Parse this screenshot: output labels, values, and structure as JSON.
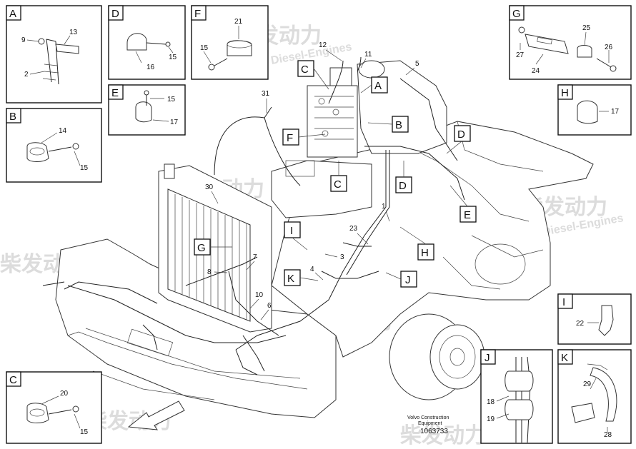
{
  "diagram": {
    "inset_letters": {
      "A": "A",
      "B": "B",
      "C": "C",
      "D": "D",
      "E": "E",
      "F": "F",
      "G": "G",
      "H": "H",
      "I": "I",
      "J": "J",
      "K": "K"
    },
    "callouts": {
      "A": "A",
      "B": "B",
      "C1": "C",
      "C2": "C",
      "D1": "D",
      "D2": "D",
      "E": "E",
      "F": "F",
      "G": "G",
      "H": "H",
      "I": "I",
      "J": "J",
      "K": "K"
    },
    "part_numbers": {
      "n1": "1",
      "n2": "2",
      "n3": "3",
      "n4": "4",
      "n5": "5",
      "n6": "6",
      "n7": "7",
      "n8": "8",
      "n9": "9",
      "n10": "10",
      "n11": "11",
      "n12": "12",
      "n13": "13",
      "n14": "14",
      "n15": "15",
      "n16": "16",
      "n17": "17",
      "n18": "18",
      "n19": "19",
      "n20": "20",
      "n21": "21",
      "n22": "22",
      "n23": "23",
      "n24": "24",
      "n25": "25",
      "n26": "26",
      "n27": "27",
      "n28": "28",
      "n29": "29",
      "n30": "30",
      "n31": "31"
    },
    "footer": {
      "brand_line1": "Volvo Construction",
      "brand_line2": "Equipment",
      "drawing_number": "1063733"
    },
    "watermark": {
      "cn": "柴发动力",
      "en": "Diesel-Engines"
    }
  }
}
